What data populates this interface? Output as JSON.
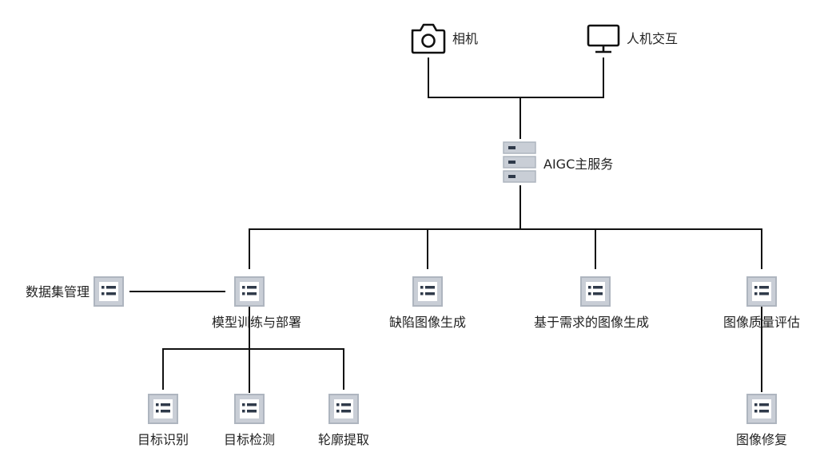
{
  "nodes": {
    "camera": {
      "label": "相机",
      "icon": "camera-icon"
    },
    "hci": {
      "label": "人机交互",
      "icon": "monitor-icon"
    },
    "server": {
      "label": "AIGC主服务",
      "icon": "server-icon"
    },
    "dataset": {
      "label": "数据集管理",
      "icon": "list-icon"
    },
    "train": {
      "label": "模型训练与部署",
      "icon": "list-icon"
    },
    "defect": {
      "label": "缺陷图像生成",
      "icon": "list-icon"
    },
    "demand": {
      "label": "基于需求的图像生成",
      "icon": "list-icon"
    },
    "quality": {
      "label": "图像质量评估",
      "icon": "list-icon"
    },
    "recog": {
      "label": "目标识别",
      "icon": "list-icon"
    },
    "detect": {
      "label": "目标检测",
      "icon": "list-icon"
    },
    "contour": {
      "label": "轮廓提取",
      "icon": "list-icon"
    },
    "repair": {
      "label": "图像修复",
      "icon": "list-icon"
    }
  },
  "colors": {
    "line": "#111111",
    "icon_fill": "#c9ced6",
    "icon_border": "#aeb5bf",
    "icon_mark": "#2f3a4a",
    "outline_icon": "#111111"
  }
}
